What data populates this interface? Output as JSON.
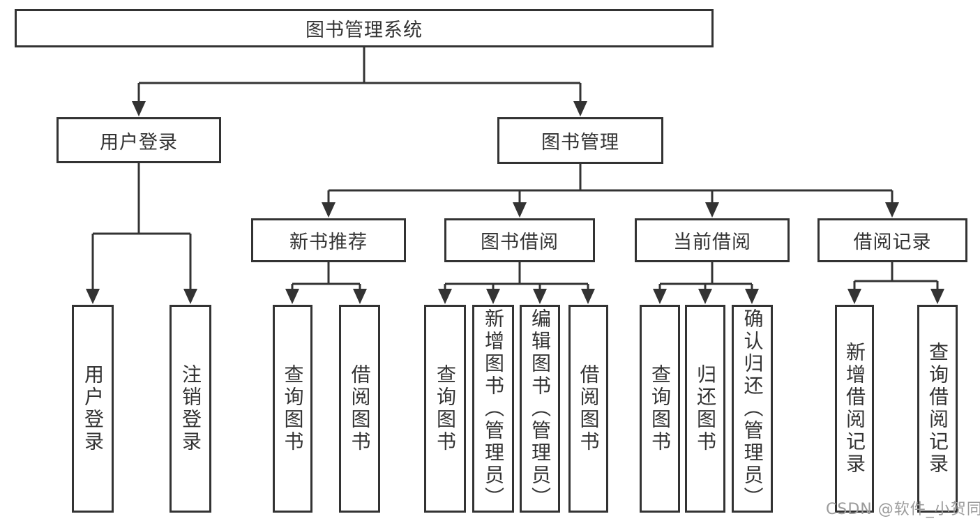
{
  "nodes": {
    "root": "图书管理系统",
    "user_login": "用户登录",
    "book_mgmt": "图书管理",
    "leaf_user_login": "用户登录",
    "leaf_logout": "注销登录",
    "new_book_rec": "新书推荐",
    "book_borrow": "图书借阅",
    "current_borrow": "当前借阅",
    "borrow_record": "借阅记录",
    "nbr_query_book": "查询图书",
    "nbr_borrow_book": "借阅图书",
    "bb_query_book": "查询图书",
    "bb_add_book": "新增图书（管理员）",
    "bb_edit_book": "编辑图书（管理员）",
    "bb_borrow_book": "借阅图书",
    "cb_query_book": "查询图书",
    "cb_return_book": "归还图书",
    "cb_confirm_return": "确认归还（管理员）",
    "br_add_record": "新增借阅记录",
    "br_query_record": "查询借阅记录"
  },
  "watermark": "CSDN @软件_小贺同学",
  "colors": {
    "line": "#333333",
    "text": "#333333",
    "watermark": "#9b9b9b",
    "background": "#ffffff"
  }
}
